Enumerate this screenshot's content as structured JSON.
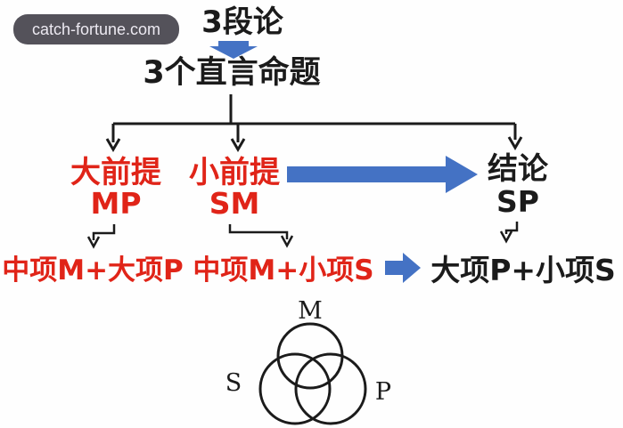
{
  "badge": {
    "text": "catch-fortune.com"
  },
  "header": {
    "title": "3段论",
    "subtitle": "3个直言命题"
  },
  "premises": {
    "major": {
      "label": "大前提",
      "code": "MP",
      "terms": "中项M+大项P"
    },
    "minor": {
      "label": "小前提",
      "code": "SM",
      "terms": "中项M+小项S"
    },
    "conclusion": {
      "label": "结论",
      "code": "SP",
      "terms": "大项P+小项S"
    }
  },
  "venn": {
    "top": "M",
    "left": "S",
    "right": "P"
  },
  "colors": {
    "red": "#e02418",
    "blue": "#4472c4",
    "ink": "#1b1b1b",
    "badge_bg": "#54525a",
    "badge_text": "#ece9f1"
  }
}
